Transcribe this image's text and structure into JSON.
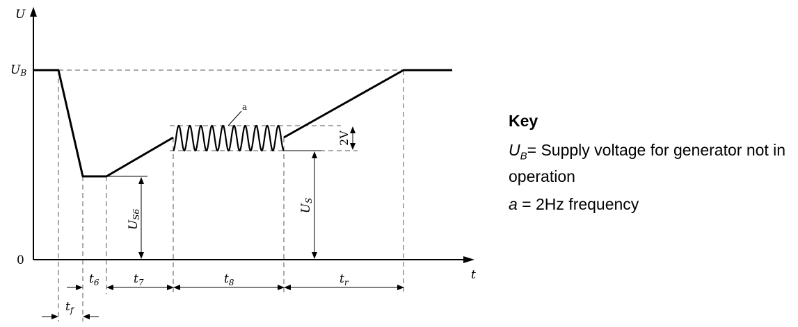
{
  "axes": {
    "y_label": "U",
    "x_label": "t",
    "y_ub": "U",
    "y_ub_sub": "B",
    "y_zero": "0"
  },
  "annotations": {
    "sine_marker": "a",
    "amplitude": "2V",
    "us6": "U",
    "us6_sub": "S6",
    "us": "U",
    "us_sub": "S"
  },
  "time_intervals": {
    "tf": "t",
    "tf_sub": "f",
    "t6": "t",
    "t6_sub": "6",
    "t7": "t",
    "t7_sub": "7",
    "t8": "t",
    "t8_sub": "8",
    "tr": "t",
    "tr_sub": "r"
  },
  "key": {
    "title": "Key",
    "ub_symbol": "U",
    "ub_sub": "B",
    "ub_text": "= Supply voltage for generator not in operation",
    "a_symbol": "a",
    "a_text": " = 2Hz frequency"
  }
}
